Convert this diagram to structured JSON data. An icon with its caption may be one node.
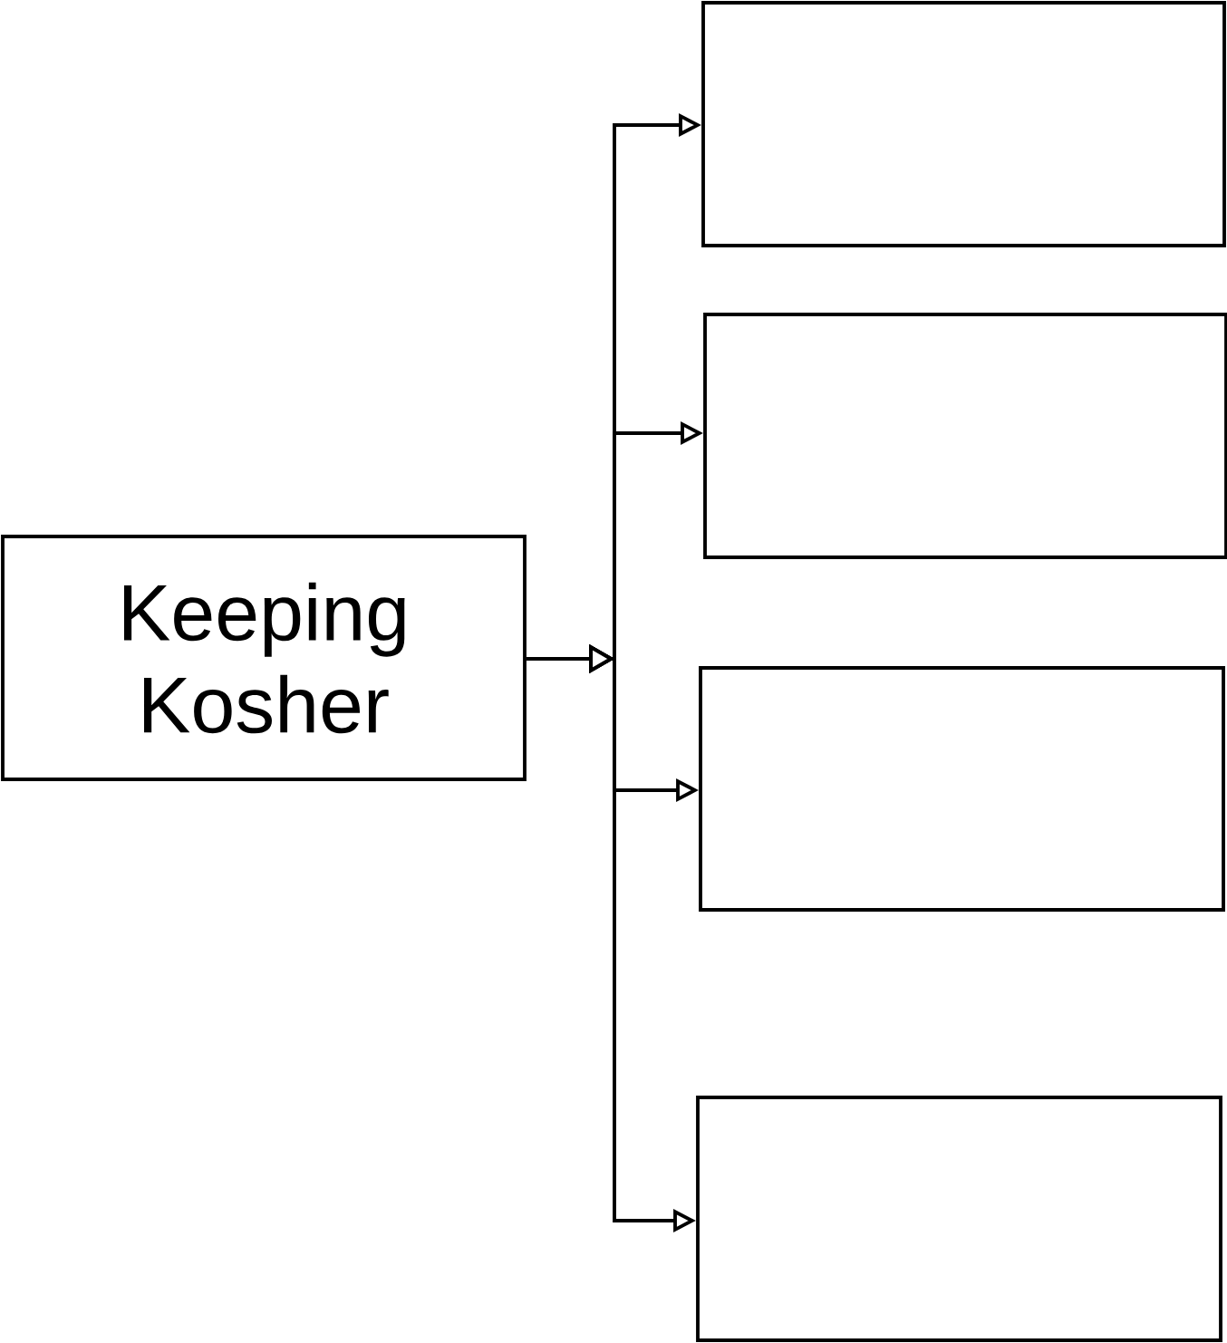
{
  "diagram": {
    "nodes": [
      {
        "text": [
          "Keeping Kosher"
        ]
      },
      {
        "text": [],
        "shape": "box"
      },
      {
        "text": [],
        "shape": "box"
      },
      {
        "text": [],
        "shape": "box"
      },
      {
        "text": [],
        "shape": "box"
      }
    ],
    "edges": [
      {
        "from": 0,
        "to": 1,
        "arrow": "to"
      },
      {
        "from": 0,
        "to": 2,
        "arrow": "to"
      },
      {
        "from": 0,
        "to": 3,
        "arrow": "to"
      },
      {
        "from": 0,
        "to": 4,
        "arrow": "to"
      }
    ]
  }
}
